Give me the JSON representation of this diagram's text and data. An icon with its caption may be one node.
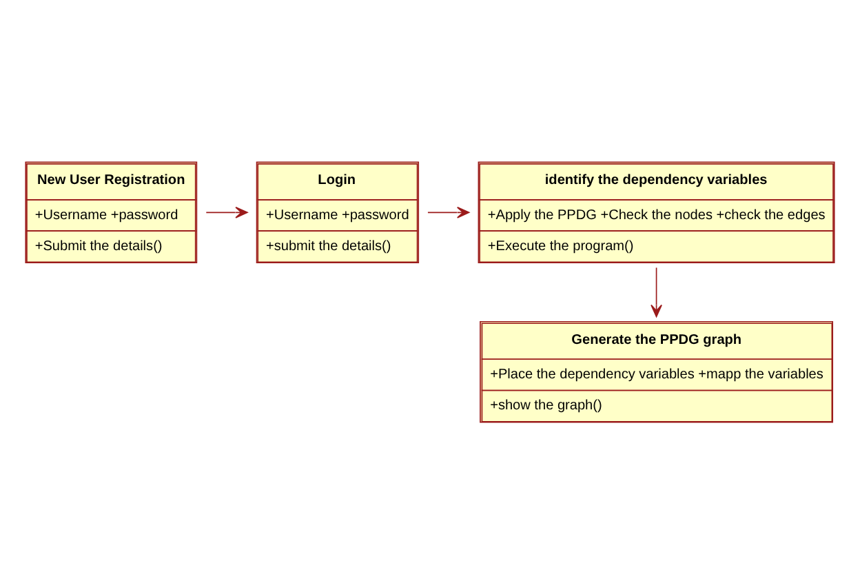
{
  "diagram": {
    "nodes": [
      {
        "text": [
          "New User Registration",
          "+Username +password",
          "+Submit the details()"
        ]
      },
      {
        "text": [
          "Login",
          "+Username +password",
          "+submit the details()"
        ]
      },
      {
        "text": [
          "identify the dependency variables",
          "+Apply the PPDG +Check the nodes +check the edges",
          "+Execute the program()"
        ]
      },
      {
        "text": [
          "Generate the PPDG graph",
          "+Place the dependency variables +mapp the variables",
          "+show the graph()"
        ]
      }
    ],
    "edges": [
      {
        "from": 0,
        "to": 1,
        "arrow": "to"
      },
      {
        "from": 1,
        "to": 2,
        "arrow": "to"
      },
      {
        "from": 2,
        "to": 3,
        "arrow": "to"
      }
    ]
  }
}
